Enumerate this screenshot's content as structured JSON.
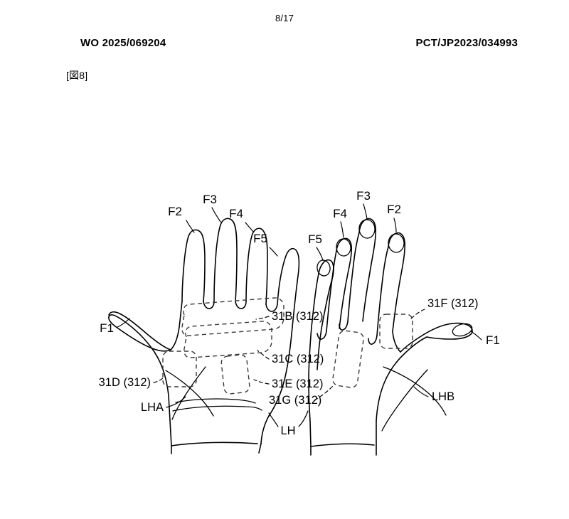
{
  "document": {
    "page_number": "8/17",
    "publication_number": "WO 2025/069204",
    "application_number": "PCT/JP2023/034993",
    "figure_label": "[図8]"
  },
  "figure": {
    "title": "Hand figure showing sensor pad placements on left palm and right back-of-hand",
    "left_hand": {
      "view": "palm",
      "finger_labels": [
        {
          "id": "F1",
          "text": "F1",
          "meaning": "thumb"
        },
        {
          "id": "F2",
          "text": "F2",
          "meaning": "index-finger"
        },
        {
          "id": "F3",
          "text": "F3",
          "meaning": "middle-finger"
        },
        {
          "id": "F4",
          "text": "F4",
          "meaning": "ring-finger"
        },
        {
          "id": "F5",
          "text": "F5",
          "meaning": "little-finger"
        }
      ],
      "region_label": "LHA",
      "pads": [
        {
          "id": "31B",
          "text": "31B (312)"
        },
        {
          "id": "31C",
          "text": "31C (312)"
        },
        {
          "id": "31D",
          "text": "31D (312)"
        },
        {
          "id": "31E",
          "text": "31E (312)"
        }
      ]
    },
    "right_hand": {
      "view": "back",
      "finger_labels": [
        {
          "id": "F1",
          "text": "F1",
          "meaning": "thumb"
        },
        {
          "id": "F2",
          "text": "F2",
          "meaning": "index-finger"
        },
        {
          "id": "F3",
          "text": "F3",
          "meaning": "middle-finger"
        },
        {
          "id": "F4",
          "text": "F4",
          "meaning": "ring-finger"
        },
        {
          "id": "F5",
          "text": "F5",
          "meaning": "little-finger"
        }
      ],
      "region_label": "LHB",
      "pads": [
        {
          "id": "31F",
          "text": "31F (312)"
        },
        {
          "id": "31G",
          "text": "31G (312)"
        }
      ]
    },
    "shared_label": "LH",
    "colors": {
      "line": "#000000",
      "dashed_pad": "#3a3a3a",
      "background": "#ffffff"
    }
  }
}
